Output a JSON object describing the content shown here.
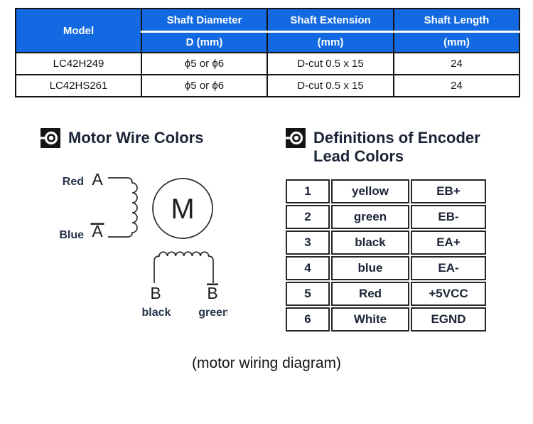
{
  "colors": {
    "header_blue": "#1269e1",
    "table_border": "#141414",
    "heading_text": "#1b2437",
    "wire_label_text": "#26334d",
    "icon_background": "#141414"
  },
  "spec_table": {
    "col1_header": "Model",
    "columns": [
      {
        "title": "Shaft Diameter",
        "unit": "D (mm)"
      },
      {
        "title": "Shaft Extension",
        "unit": "(mm)"
      },
      {
        "title": "Shaft Length",
        "unit": "(mm)"
      }
    ],
    "rows": [
      {
        "model": "LC42H249",
        "diameter": "ϕ5 or ϕ6",
        "extension": "D-cut 0.5 x 15",
        "length": "24"
      },
      {
        "model": "LC42HS261",
        "diameter": "ϕ5 or ϕ6",
        "extension": "D-cut 0.5 x 15",
        "length": "24"
      }
    ]
  },
  "motor_section": {
    "title": "Motor Wire Colors",
    "diagram": {
      "phase_a": {
        "color_label": "Red",
        "terminal": "A"
      },
      "phase_a_bar": {
        "color_label": "Blue",
        "terminal": "A"
      },
      "phase_b": {
        "terminal": "B",
        "color_label": "black"
      },
      "phase_b_bar": {
        "terminal": "B",
        "color_label": "green"
      },
      "motor_symbol": "M"
    }
  },
  "encoder_section": {
    "title_line1": "Definitions of Encoder",
    "title_line2": "Lead Colors",
    "table_rows": [
      {
        "pin": "1",
        "color": "yellow",
        "signal": "EB+"
      },
      {
        "pin": "2",
        "color": "green",
        "signal": "EB-"
      },
      {
        "pin": "3",
        "color": "black",
        "signal": "EA+"
      },
      {
        "pin": "4",
        "color": "blue",
        "signal": "EA-"
      },
      {
        "pin": "5",
        "color": "Red",
        "signal": "+5VCC"
      },
      {
        "pin": "6",
        "color": "White",
        "signal": "EGND"
      }
    ]
  },
  "caption": "(motor wiring diagram)"
}
